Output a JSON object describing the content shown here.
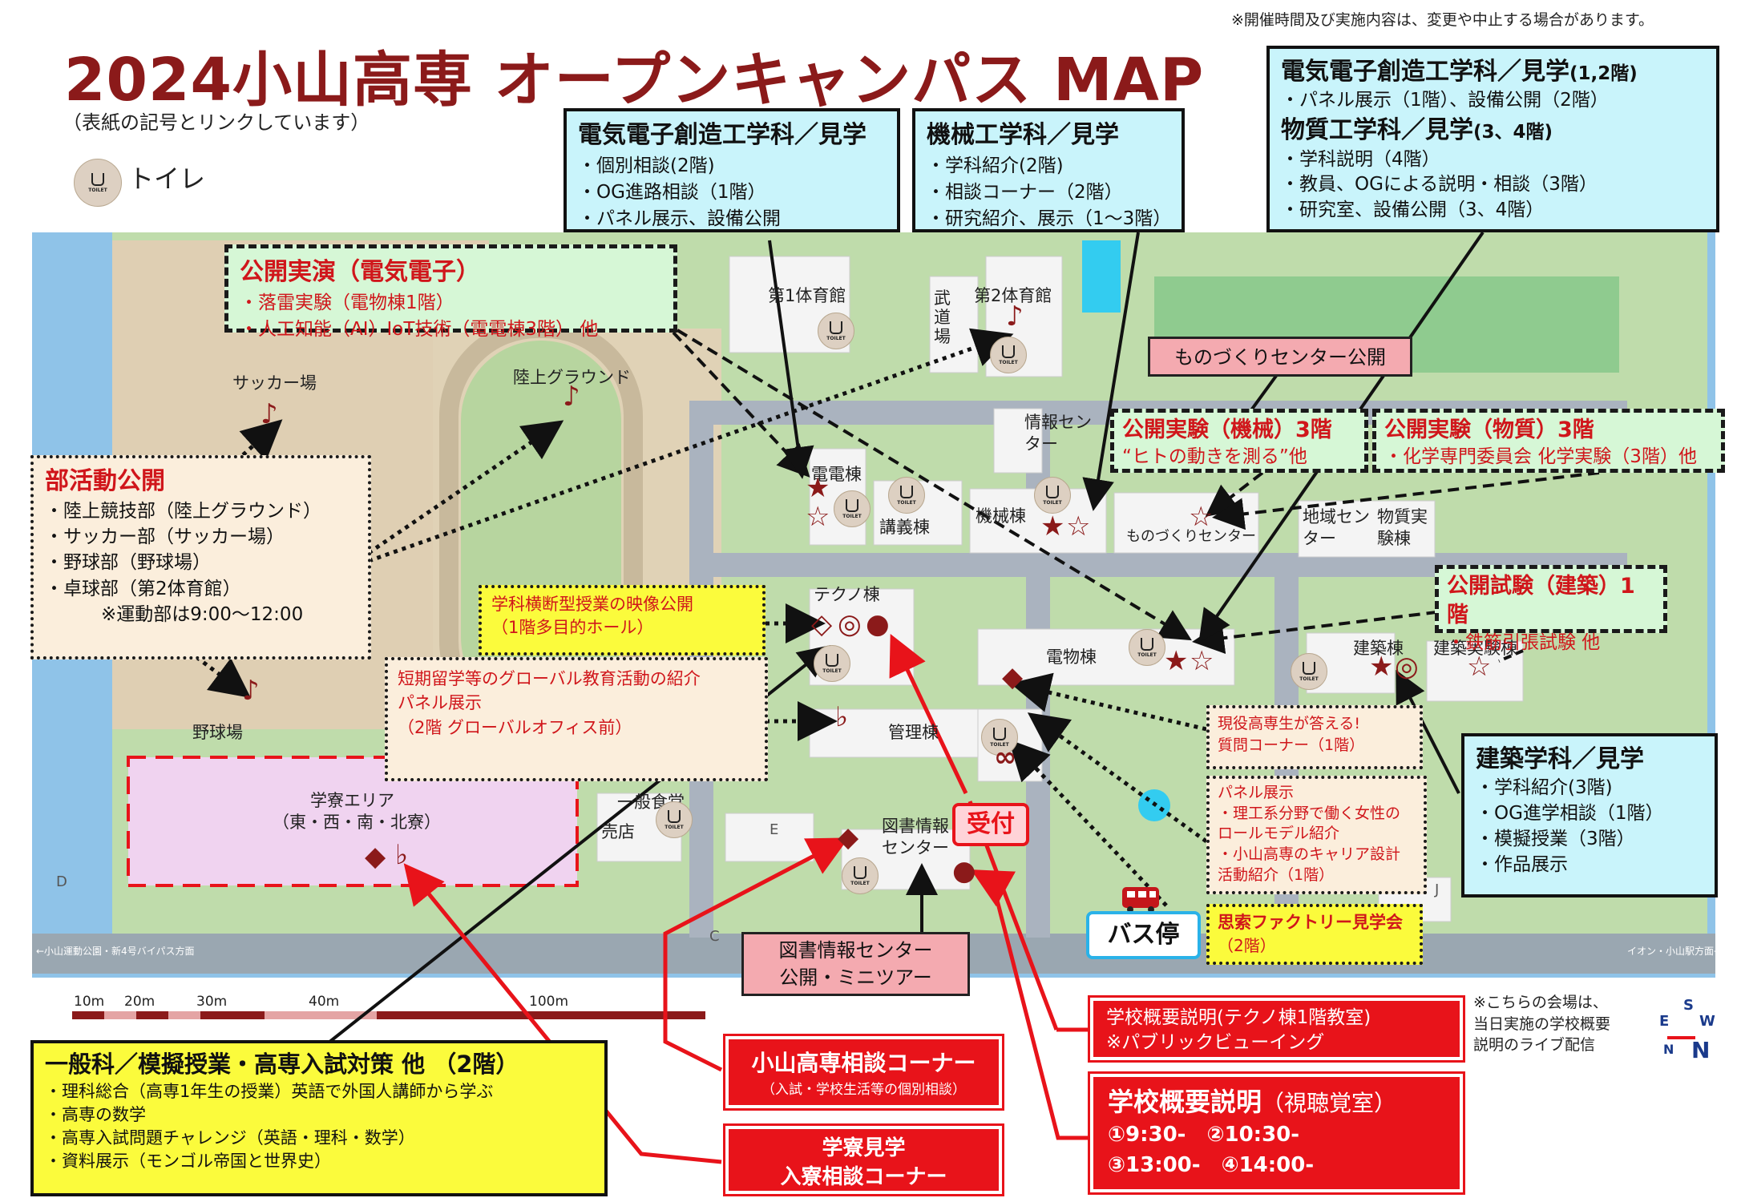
{
  "header": {
    "title": "2024小山高専 オープンキャンパス MAP",
    "subtitle": "（表紙の記号とリンクしています）",
    "notice": "※開催時間及び実施内容は、変更や中止する場合があります。",
    "toilet_legend": "トイレ",
    "toilet_icon_text": "TOILET"
  },
  "buildings": {
    "gym1": "第1体育館",
    "budo": "武道場",
    "gym2": "第2体育館",
    "soccer": "サッカー場",
    "track": "陸上グラウンド",
    "baseball": "野球場",
    "densen": "電電棟",
    "kogi": "講義棟",
    "kikai": "機械棟",
    "joho": "情報センター",
    "monozukuri": "ものづくりセンター",
    "chiiki": "地域センター",
    "busshitsu": "物質実験棟",
    "techno": "テクノ棟",
    "denbutsu": "電物棟",
    "kenchiku": "建築棟",
    "kenchiku_jikken": "建築実験棟",
    "kanri": "管理棟",
    "dorm": "学寮エリア",
    "dorm_sub": "（東・西・南・北寮）",
    "shokudo": "一般食堂",
    "baiten": "売店",
    "library": "図書情報センター",
    "uketsuke": "受付",
    "bus": "バス停",
    "road_left": "←小山運動公園・新4号バイパス方面",
    "road_right": "イオン・小山駅方面→",
    "letter_e": "E",
    "letter_d": "D",
    "letter_c": "C",
    "letter_j": "J"
  },
  "scale": [
    "10m",
    "20m",
    "30m",
    "40m",
    "100m"
  ],
  "boxes": {
    "densi_kengaku": {
      "title": "電気電子創造工学科／見学",
      "items": [
        "・個別相談(2階)",
        "・OG進路相談（1階）",
        "・パネル展示、設備公開"
      ]
    },
    "kikai_kengaku": {
      "title": "機械工学科／見学",
      "items": [
        "・学科紹介(2階)",
        "・相談コーナー（2階）",
        "・研究紹介、展示（1～3階）"
      ]
    },
    "denbutsu_kengaku": {
      "title1": "電気電子創造工学科／見学",
      "title1_sub": "(1,2階)",
      "items1": [
        "・パネル展示（1階）、設備公開（2階）"
      ],
      "title2": "物質工学科／見学",
      "title2_sub": "(3、4階)",
      "items2": [
        "・学科説明（4階）",
        "・教員、OGによる説明・相談（3階）",
        "・研究室、設備公開（3、4階）"
      ]
    },
    "koukai_jitsuen": {
      "title": "公開実演（電気電子）",
      "items": [
        "・落雷実験（電物棟1階）",
        "・人工知能（AI）IoT技術（電電棟3階） 他"
      ]
    },
    "monozukuri_koukai": {
      "title": "ものづくりセンター公開"
    },
    "jikken_kikai": {
      "title": "公開実験（機械）3階",
      "items": [
        "“ヒトの動きを測る”他"
      ]
    },
    "jikken_busshitsu": {
      "title": "公開実験（物質）3階",
      "items": [
        "・化学専門委員会 化学実験（3階）他"
      ]
    },
    "shiken_kenchiku": {
      "title": "公開試験（建築）1階",
      "items": [
        "・鉄筋引張試験 他"
      ]
    },
    "bukatsu": {
      "title": "部活動公開",
      "items": [
        "・陸上競技部（陸上グラウンド）",
        "・サッカー部（サッカー場）",
        "・野球部（野球場）",
        "・卓球部（第2体育館）"
      ],
      "note": "※運動部は9:00～12:00"
    },
    "eizo": {
      "items": [
        "学科横断型授業の映像公開",
        "（1階多目的ホール）"
      ]
    },
    "global": {
      "items": [
        "短期留学等のグローバル教育活動の紹介",
        "パネル展示",
        "（2階 グローバルオフィス前）"
      ]
    },
    "genyaku": {
      "items": [
        "現役高専生が答える!",
        "質問コーナー（1階）"
      ]
    },
    "panel": {
      "items": [
        "パネル展示",
        "・理工系分野で働く女性の",
        "ロールモデル紹介",
        "・小山高専のキャリア設計",
        "活動紹介（1階）"
      ]
    },
    "shisaku": {
      "items": [
        "思索ファクトリー見学会",
        "（2階）"
      ]
    },
    "kenchiku_kengaku": {
      "title": "建築学科／見学",
      "items": [
        "・学科紹介(3階)",
        "・OG進学相談（1階）",
        "・模擬授業（3階）",
        "・作品展示"
      ]
    },
    "library_box": {
      "items": [
        "図書情報センター",
        "公開・ミニツアー"
      ]
    },
    "ippan": {
      "title": "一般科／模擬授業・高専入試対策 他 （2階）",
      "items": [
        "・理科総合（高専1年生の授業）英語で外国人講師から学ぶ",
        "・高専の数学",
        "・高専入試問題チャレンジ（英語・理科・数学）",
        "・資料展示（モンゴル帝国と世界史）"
      ]
    },
    "soudan": {
      "title": "小山高専相談コーナー",
      "sub": "（入試・学校生活等の個別相談）"
    },
    "ryo": {
      "items": [
        "学寮見学",
        "入寮相談コーナー"
      ]
    },
    "gaiyo_pv": {
      "items": [
        "学校概要説明(テクノ棟1階教室)",
        "※パブリックビューイング"
      ]
    },
    "gaiyo_main": {
      "title": "学校概要説明",
      "title_sub": "（視聴覚室）",
      "times": [
        "①9:30-　②10:30-",
        "③13:00-　④14:00-"
      ]
    },
    "live_note": {
      "items": [
        "※こちらの会場は、",
        "当日実施の学校概要",
        "説明のライブ配信"
      ]
    }
  },
  "symbols": {
    "star_filled": "★",
    "star_open": "☆",
    "diamond_filled": "◆",
    "diamond_open": "◇",
    "double_circle": "◎",
    "circle": "●",
    "flat": "♭",
    "note": "♪",
    "infinity": "∞"
  },
  "colors": {
    "title": "#8b1a1a",
    "accent_red": "#e8131a",
    "cyan": "#c9f4fb",
    "yellow": "#fbfb3c",
    "mint": "#d6f7d6",
    "peach": "#fbeedc",
    "ground": "#e0cfb3",
    "grass": "#b8d9a9",
    "building": "#f3f3f3"
  }
}
